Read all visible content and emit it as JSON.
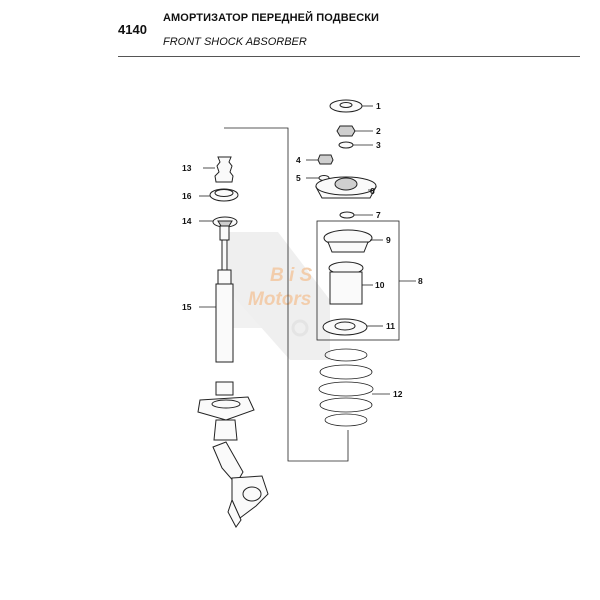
{
  "header": {
    "section_number": "4140",
    "title_ru": "АМОРТИЗАТОР ПЕРЕДНЕЙ ПОДВЕСКИ",
    "title_en": "FRONT SHOCK ABSORBER"
  },
  "watermark": {
    "line1": "B i S",
    "line2": "Motors",
    "color": "#e9a66a"
  },
  "callouts": [
    "1",
    "2",
    "3",
    "4",
    "5",
    "6",
    "7",
    "8",
    "9",
    "10",
    "11",
    "12",
    "13",
    "14",
    "15",
    "16"
  ]
}
